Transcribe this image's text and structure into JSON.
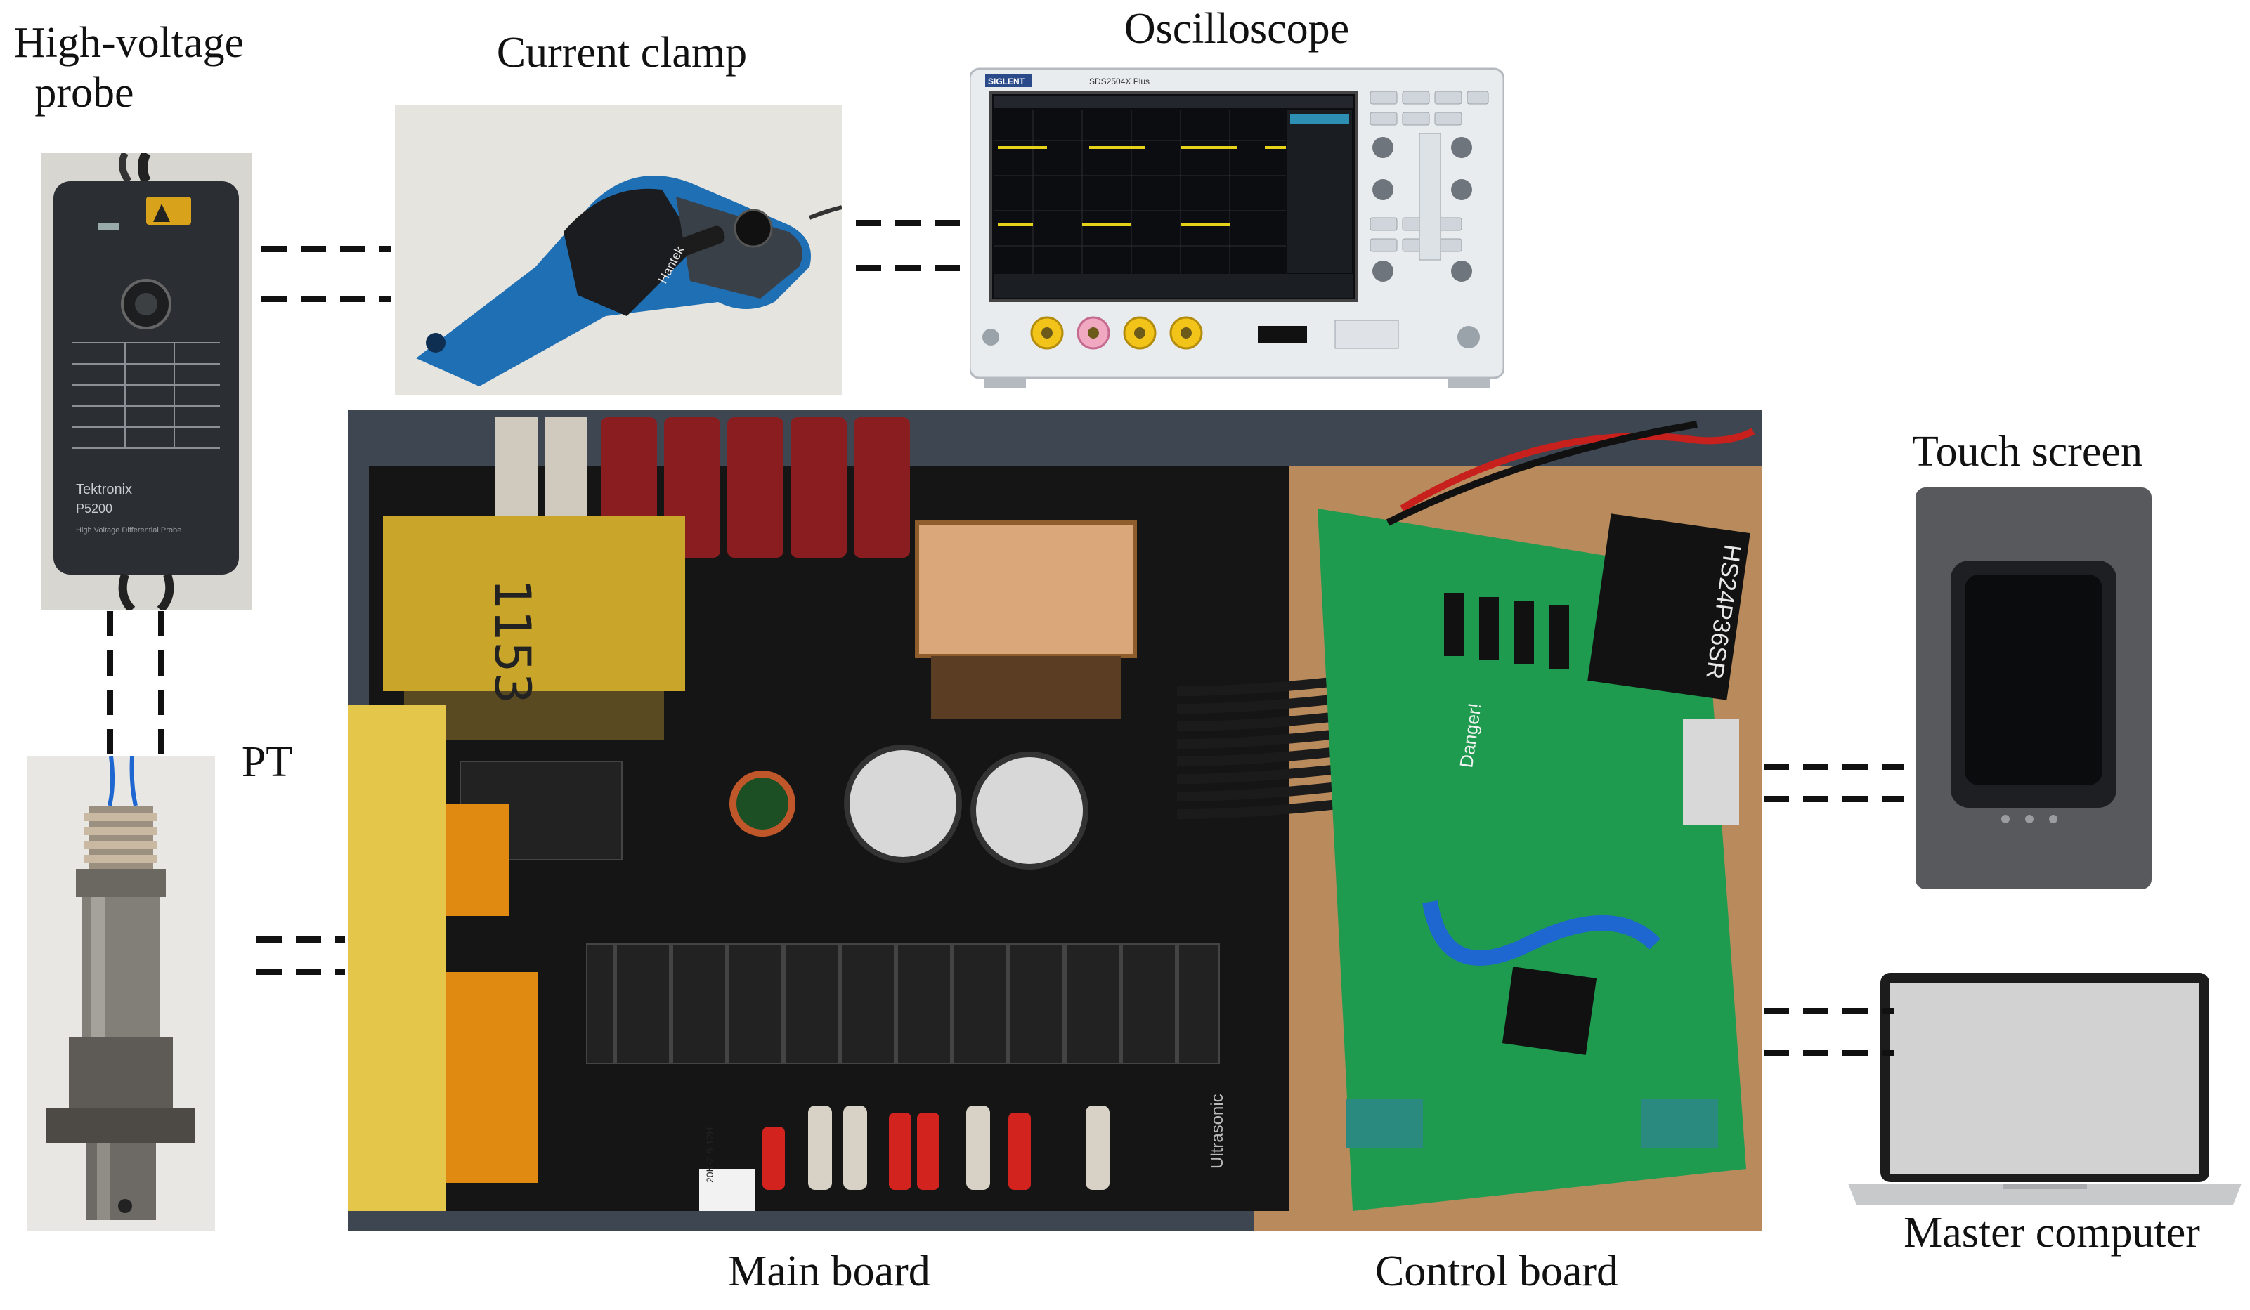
{
  "labels": {
    "hv_probe": "High-voltage\nprobe",
    "current_clamp": "Current clamp",
    "oscilloscope": "Oscilloscope",
    "pt": "PT",
    "touch_screen": "Touch screen",
    "master_computer": "Master computer",
    "main_board": "Main board",
    "control_board": "Control board"
  },
  "device_text": {
    "probe_brand": "Tektronix",
    "probe_model": "P5200",
    "probe_desc": "High Voltage Differential Probe",
    "clamp_brand": "Hantek",
    "scope_brand": "SIGLENT",
    "scope_model": "SDS2504X Plus",
    "relay_module": "HS24P36SR",
    "board_note": "Danger!",
    "main_board_mark": "Ultrasonic",
    "board_label": "20K-2.8-12H",
    "ink_note": "1153"
  },
  "colors": {
    "pcb_green": "#1f9b4f",
    "pcb_black": "#151515",
    "probe_body": "#2b2f33",
    "clamp_blue": "#1f6fb4",
    "transformer_yellow": "#c9a52a",
    "copper": "#d9a77a",
    "wire_black": "#1b1b1b",
    "blue_wire": "#1e66d0"
  }
}
